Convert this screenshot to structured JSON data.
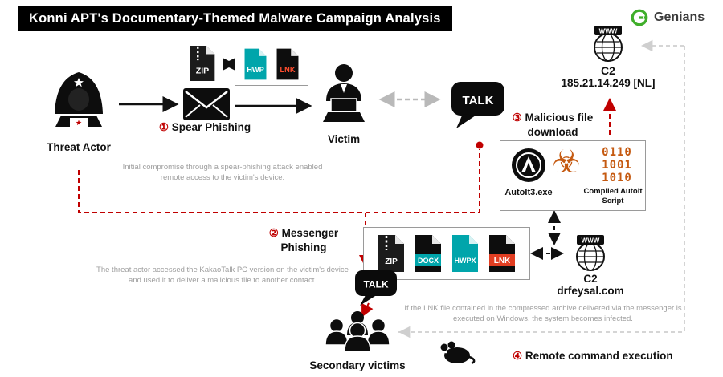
{
  "title": "Konni APT's Documentary-Themed Malware Campaign Analysis",
  "brand": {
    "name": "Genians"
  },
  "nodes": {
    "threat_actor": {
      "label": "Threat Actor"
    },
    "victim": {
      "label": "Victim"
    },
    "secondary_victims": {
      "label": "Secondary victims"
    },
    "talk_main": {
      "label": "TALK"
    },
    "talk_secondary": {
      "label": "TALK"
    },
    "c2_top": {
      "name": "C2",
      "address": "185.21.14.249 [NL]",
      "banner": "WWW"
    },
    "c2_right": {
      "name": "C2",
      "address": "drfeysal.com",
      "banner": "WWW"
    },
    "autoit": {
      "label": "AutoIt3.exe",
      "script_label": "Compiled AutoIt Script",
      "binary": [
        "0110",
        "1001",
        "1010"
      ],
      "biohazard_glyph": "☣"
    }
  },
  "steps": {
    "step1": {
      "num": "①",
      "label": "Spear Phishing"
    },
    "step2": {
      "num": "②",
      "label": "Messenger Phishing"
    },
    "step3": {
      "num": "③",
      "label": "Malicious file download"
    },
    "step4": {
      "num": "④",
      "label": "Remote command execution"
    }
  },
  "files": {
    "zip_top": "ZIP",
    "hwp": "HWP",
    "lnk_top": "LNK",
    "zip": "ZIP",
    "docx": "DOCX",
    "hwpx": "HWPX",
    "lnk": "LNK"
  },
  "captions": {
    "spear": "Initial compromise through a spear-phishing attack enabled remote access to the victim's device.",
    "messenger": "The threat actor accessed the KakaoTalk PC version on the victim's device and used it to deliver a malicious file to another contact.",
    "infection": "If the LNK file contained in the compressed archive delivered via the messenger is executed on Windows, the system becomes infected."
  },
  "colors": {
    "accent_red": "#c00000",
    "teal": "#00a5ab",
    "orange": "#c55a11",
    "brand_green": "#3fae2a",
    "black": "#0d0d0d"
  }
}
